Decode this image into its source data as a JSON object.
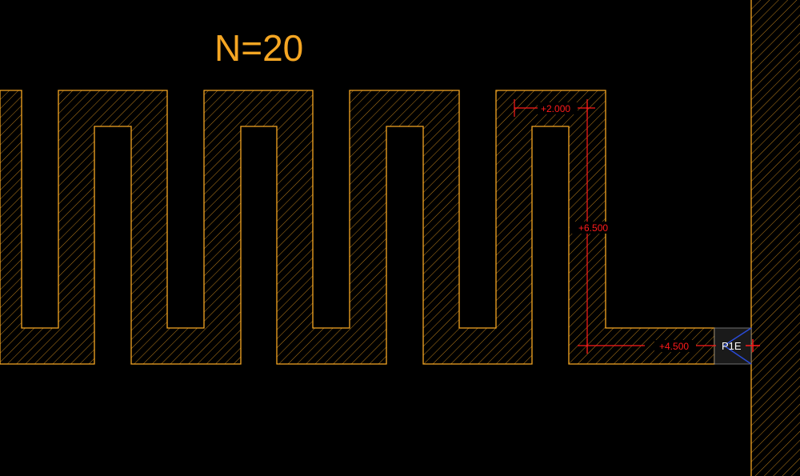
{
  "title": "N=20",
  "dimensions": {
    "width_label": "+2.000",
    "height_label": "+6.500",
    "length_label": "+4.500"
  },
  "port": {
    "label": "P1E"
  },
  "colors": {
    "background": "#000000",
    "metal": "#f5a623",
    "dimension": "#ff1a1a",
    "port_outline": "#2a4bd7",
    "port_fill": "#1a1a1a",
    "port_text": "#ffffff"
  }
}
